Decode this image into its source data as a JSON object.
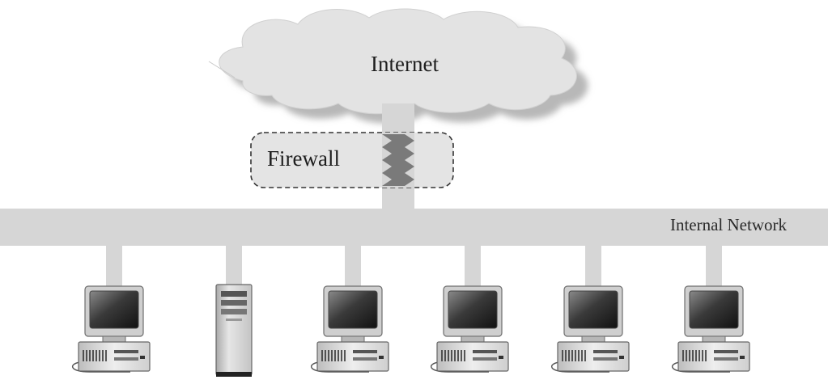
{
  "labels": {
    "internet": "Internet",
    "firewall": "Firewall",
    "internal_network": "Internal Network"
  },
  "devices": [
    {
      "type": "workstation"
    },
    {
      "type": "server"
    },
    {
      "type": "workstation"
    },
    {
      "type": "workstation"
    },
    {
      "type": "workstation"
    },
    {
      "type": "workstation"
    }
  ],
  "colors": {
    "cloud": "#e3e3e3",
    "cloud_shadow": "#b8b8b8",
    "bus": "#d6d6d6",
    "firewall_zigzag": "#7a7a7a",
    "dash": "#333333"
  }
}
